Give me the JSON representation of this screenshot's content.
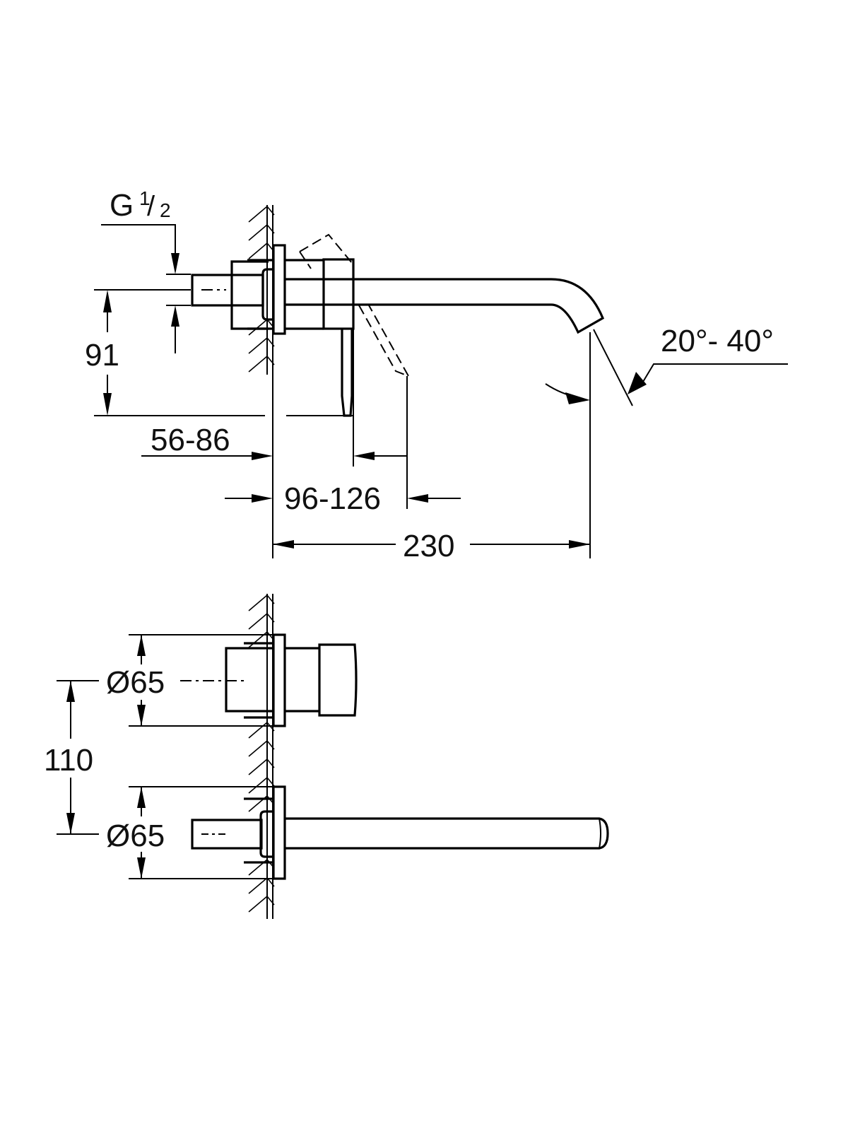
{
  "top_view": {
    "thread_label": "G",
    "thread_fraction_num": "1",
    "thread_fraction_den": "2",
    "dim_height": "91",
    "dim_wall_depth": "56-86",
    "dim_lever_depth": "96-126",
    "dim_spout_length": "230",
    "dim_angle": "20°- 40°"
  },
  "side_view": {
    "dim_handle_diameter": "Ø65",
    "dim_spacing": "110",
    "dim_spout_diameter": "Ø65"
  },
  "colors": {
    "line": "#000000",
    "background": "#ffffff"
  }
}
